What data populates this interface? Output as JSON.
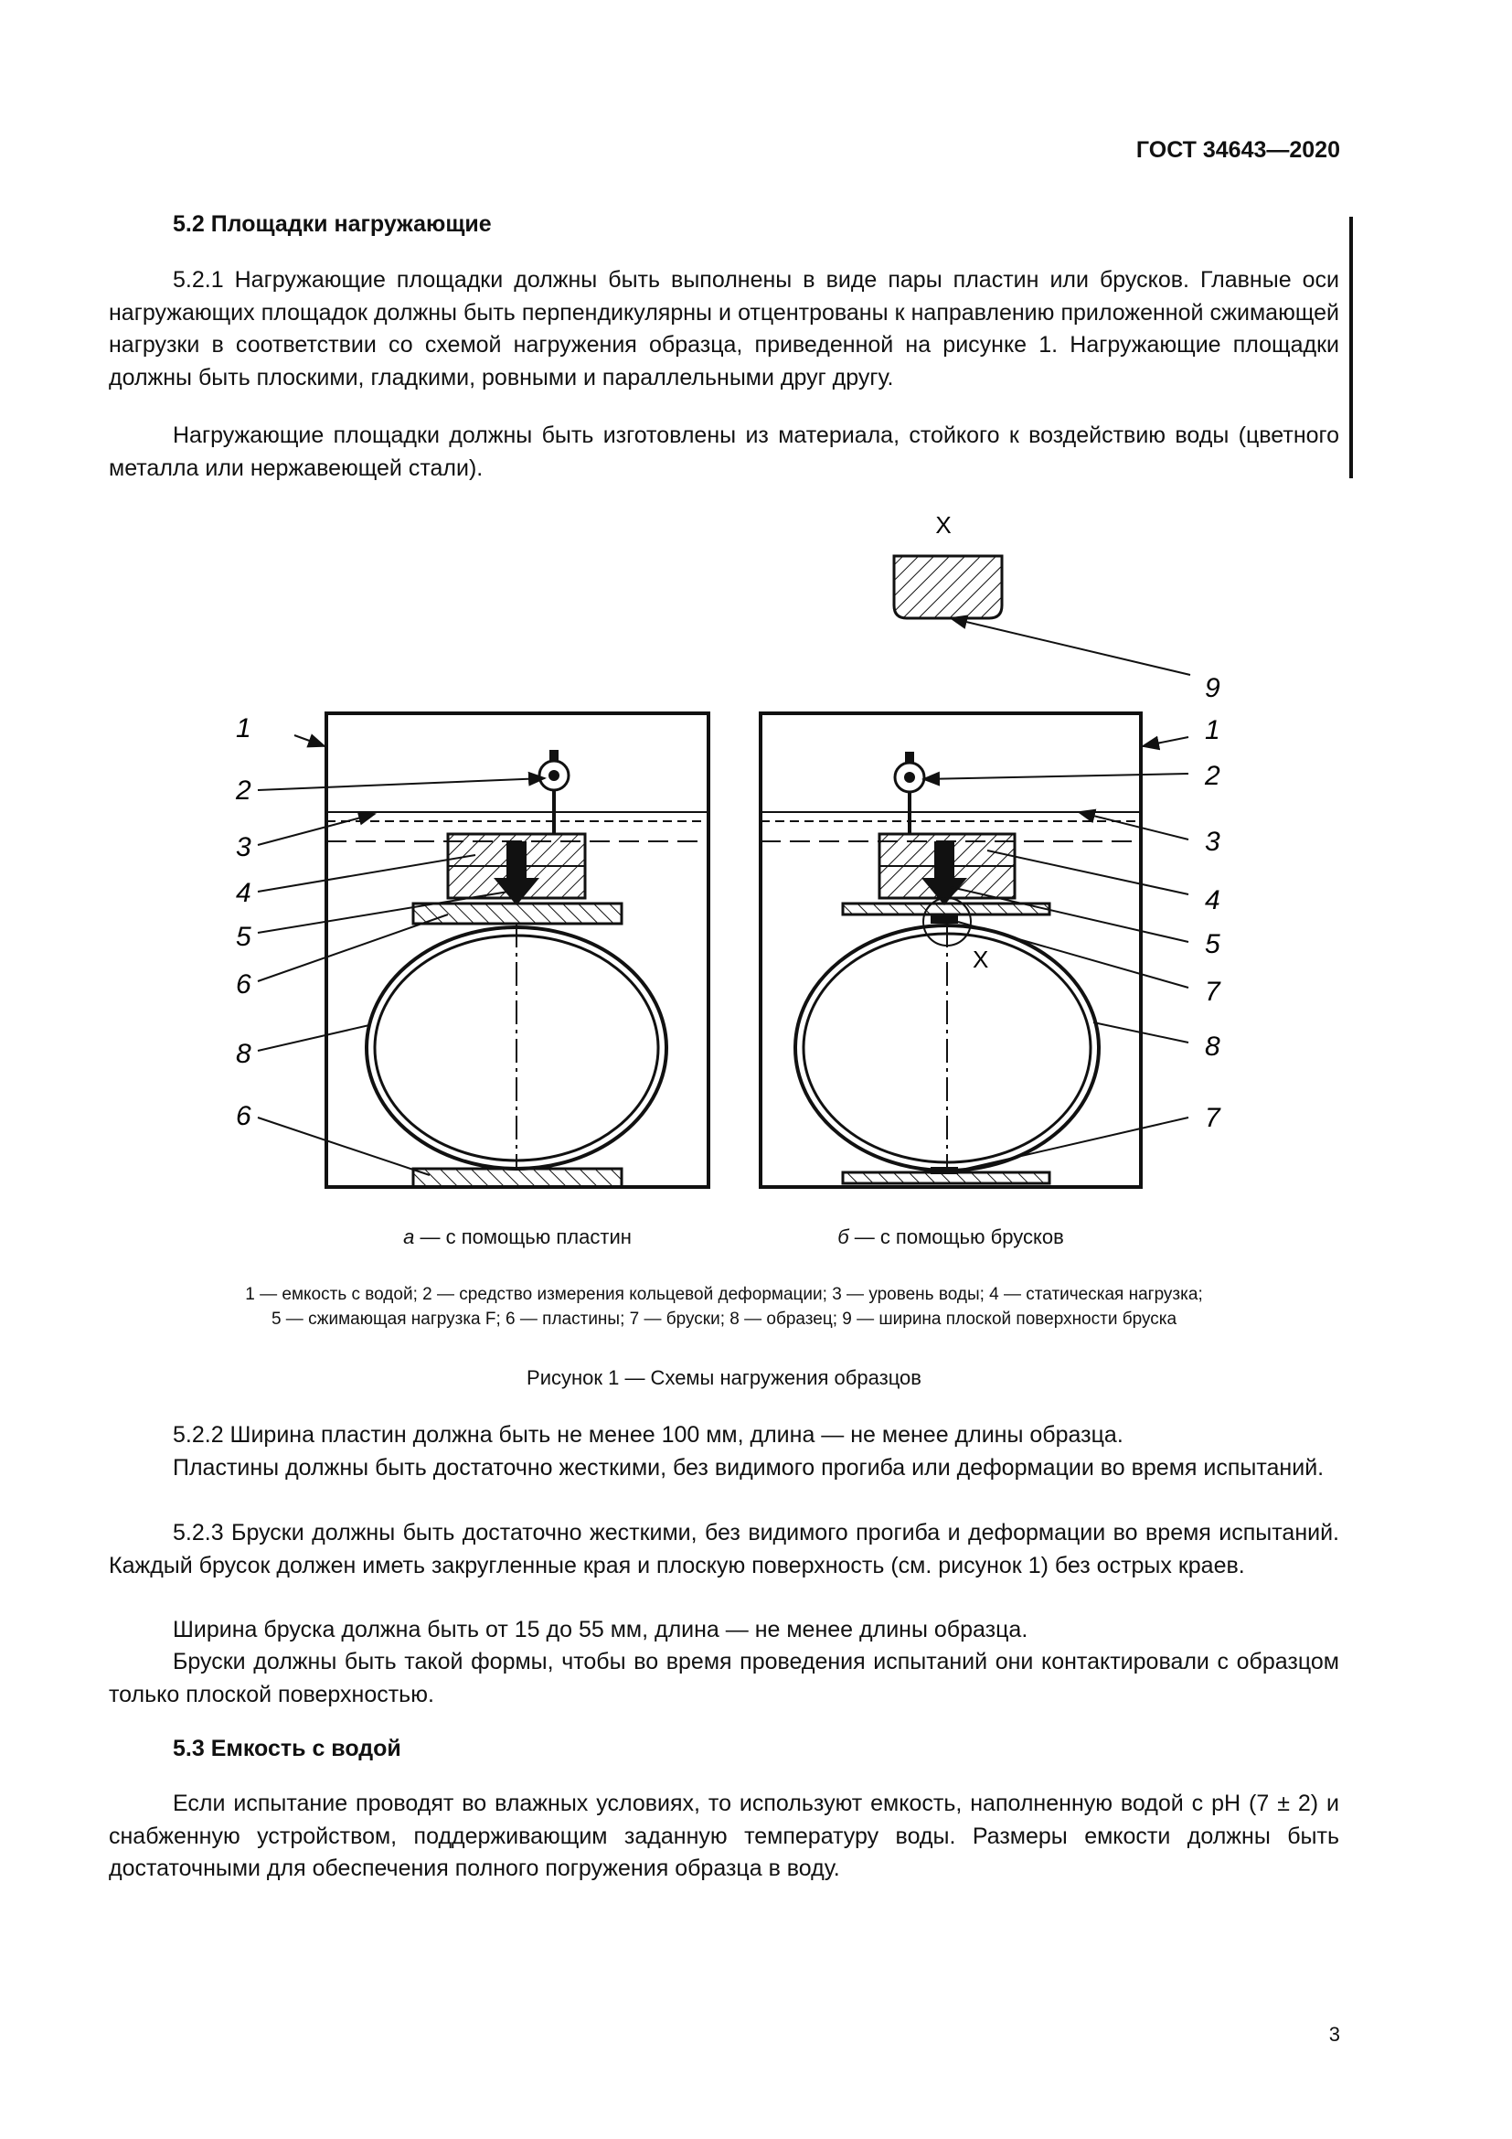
{
  "header": {
    "doc_code": "ГОСТ 34643—2020"
  },
  "section_52": {
    "heading": "5.2 Площадки нагружающие",
    "p1": "5.2.1 Нагружающие площадки должны быть выполнены в виде пары пластин или брусков. Главные оси нагружающих площадок должны быть перпендикулярны и отцентрованы к направлению приложенной сжимающей нагрузки в соответствии со схемой нагружения образца, приведенной на рисунке 1. Нагружающие площадки должны быть плоскими, гладкими, ровными и параллельными друг другу.",
    "p2": "Нагружающие площадки должны быть изготовлены из материала, стойкого к воздействию воды (цветного металла или нержавеющей стали)."
  },
  "figure": {
    "detail_label": "X",
    "left_labels": [
      "1",
      "2",
      "3",
      "4",
      "5",
      "6",
      "8",
      "6"
    ],
    "right_labels": [
      "9",
      "1",
      "2",
      "3",
      "4",
      "5",
      "7",
      "8",
      "7"
    ],
    "caption_a_letter": "а",
    "caption_a_text": " — с помощью пластин",
    "caption_b_letter": "б",
    "caption_b_text": " — с помощью брусков",
    "legend_line1": "1 — емкость с водой; 2 — средство измерения кольцевой деформации; 3 — уровень воды; 4 — статическая нагрузка;",
    "legend_line2": "5 — сжимающая нагрузка F; 6 — пластины; 7 — бруски; 8 — образец; 9 — ширина плоской поверхности бруска",
    "title": "Рисунок 1 — Схемы нагружения образцов"
  },
  "section_52b": {
    "p3": "5.2.2 Ширина пластин должна быть не менее 100 мм, длина — не менее длины образца.",
    "p4": "Пластины должны быть достаточно жесткими, без видимого прогиба или деформации во время испытаний.",
    "p5": "5.2.3 Бруски должны быть достаточно жесткими, без видимого прогиба и деформации во время испытаний. Каждый брусок должен иметь закругленные края и плоскую поверхность (см. рисунок 1) без острых краев.",
    "p6": "Ширина бруска должна быть от 15 до 55 мм, длина — не менее длины образца.",
    "p7": "Бруски должны быть такой формы, чтобы во время проведения испытаний они контактировали с образцом только плоской поверхностью."
  },
  "section_53": {
    "heading": "5.3 Емкость с водой",
    "p1": "Если испытание проводят во влажных условиях, то используют емкость, наполненную водой с pH (7 ± 2) и снабженную устройством, поддерживающим заданную температуру воды. Размеры емкости должны быть достаточными для обеспечения полного погружения образца в воду."
  },
  "page_number": "3"
}
